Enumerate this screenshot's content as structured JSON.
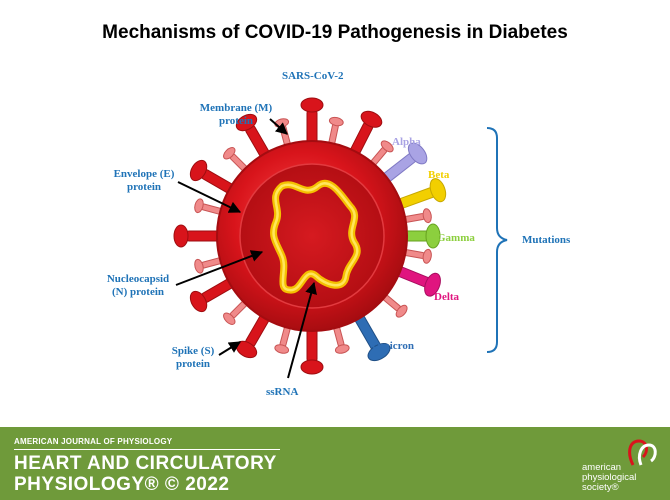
{
  "title": "Mechanisms of COVID-19 Pathogenesis in Diabetes",
  "virus_name": "SARS-CoV-2",
  "labels": {
    "membrane": "Membrane (M) protein",
    "envelope": "Envelope (E) protein",
    "nucleocapsid": "Nucleocapsid (N) protein",
    "spike": "Spike (S) protein",
    "ssrna": "ssRNA",
    "mutations": "Mutations"
  },
  "variants": [
    {
      "name": "Alpha",
      "color": "#a9a3e4"
    },
    {
      "name": "Beta",
      "color": "#f2cf00"
    },
    {
      "name": "Gamma",
      "color": "#8ccf3e"
    },
    {
      "name": "Delta",
      "color": "#e0157f"
    },
    {
      "name": "Omicron",
      "color": "#2e6db4"
    }
  ],
  "footer": {
    "journal_line1": "AMERICAN JOURNAL OF PHYSIOLOGY",
    "journal_line2": "HEART AND CIRCULATORY",
    "journal_line3": "PHYSIOLOGY® © 2022",
    "publisher_line1": "american",
    "publisher_line2": "physiological",
    "publisher_line3": "society®"
  },
  "colors": {
    "label_blue": "#1f73b7",
    "virus_red": "#d9141c",
    "footer_green": "#6f9a3a"
  }
}
